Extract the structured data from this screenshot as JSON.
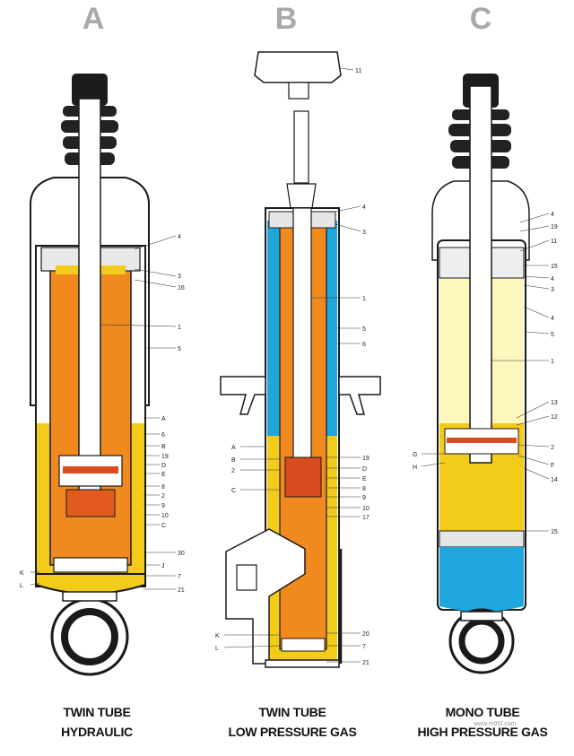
{
  "panels": [
    {
      "letter": "A",
      "caption_line1": "TWIN TUBE",
      "caption_line2": "HYDRAULIC",
      "labels": [
        "4",
        "3",
        "16",
        "1",
        "5",
        "A",
        "6",
        "B",
        "19",
        "D",
        "E",
        "8",
        "2",
        "9",
        "10",
        "C",
        "30",
        "J",
        "7",
        "21",
        "K",
        "L"
      ]
    },
    {
      "letter": "B",
      "caption_line1": "TWIN TUBE",
      "caption_line2": "LOW PRESSURE GAS",
      "labels": [
        "11",
        "4",
        "3",
        "1",
        "5",
        "6",
        "A",
        "B",
        "2",
        "C",
        "19",
        "D",
        "E",
        "8",
        "9",
        "10",
        "17",
        "20",
        "7",
        "21",
        "K",
        "L"
      ]
    },
    {
      "letter": "C",
      "caption_line1": "MONO TUBE",
      "caption_line2": "HIGH PRESSURE GAS",
      "labels": [
        "4",
        "19",
        "11",
        "15",
        "4",
        "3",
        "4",
        "5",
        "1",
        "13",
        "12",
        "2",
        "F",
        "14",
        "G",
        "H",
        "15"
      ]
    }
  ],
  "watermark": "www.m0t0.com",
  "colors": {
    "oil_orange": "#f08a1e",
    "fluid_yellow": "#f3cc1b",
    "gas_blue": "#1fa6dd",
    "pale_yellow": "#fdf6bd",
    "outline": "#1a1a1a"
  }
}
